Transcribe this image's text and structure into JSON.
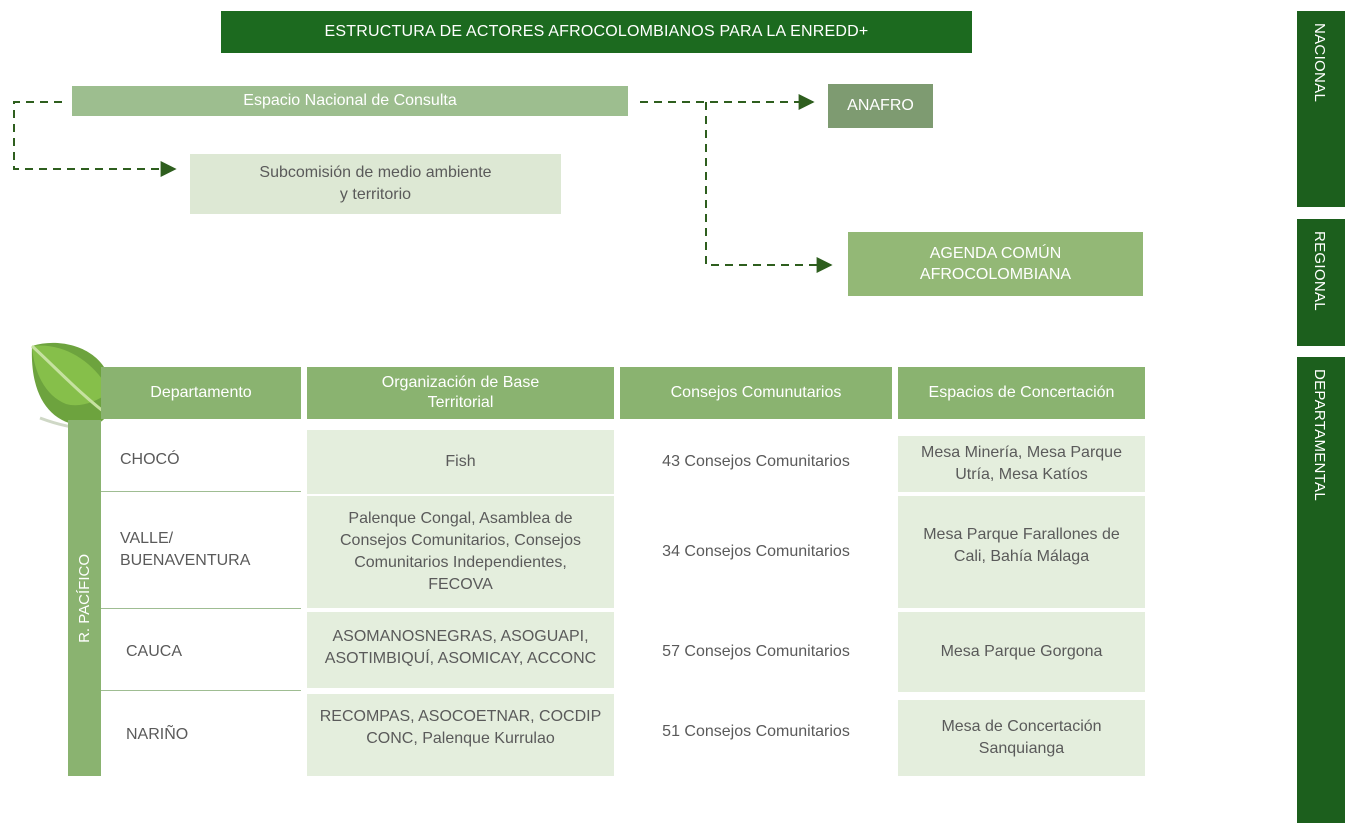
{
  "title": "ESTRUCTURA DE ACTORES AFROCOLOMBIANOS PARA LA ENREDD+",
  "nodes": {
    "national_space": "Espacio Nacional de Consulta",
    "subcommission_line1": "Subcomisión de medio ambiente",
    "subcommission_line2": "y territorio",
    "anafro": "ANAFRO",
    "agenda_line1": "AGENDA COMÚN",
    "agenda_line2": "AFROCOLOMBIANA"
  },
  "side_tabs": {
    "nacional": "NACIONAL",
    "regional": "REGIONAL",
    "departamental": "DEPARTAMENTAL"
  },
  "region_label": "R. PACÍFICO",
  "table": {
    "headers": {
      "departamento": "Departamento",
      "organizacion_line1": "Organización de Base",
      "organizacion_line2": "Territorial",
      "consejos": "Consejos Comunutarios",
      "espacios": "Espacios de Concertación"
    },
    "rows": [
      {
        "dep_line1": "CHOCÓ",
        "dep_line2": "",
        "org_lines": [
          "Fish"
        ],
        "consejos": "43 Consejos Comunitarios",
        "esp_lines": [
          "Mesa Minería, Mesa Parque",
          "Utría, Mesa Katíos"
        ]
      },
      {
        "dep_line1": "VALLE/",
        "dep_line2": "BUENAVENTURA",
        "org_lines": [
          "Palenque Congal, Asamblea de",
          "Consejos Comunitarios, Consejos",
          "Comunitarios Independientes,",
          "FECOVA"
        ],
        "consejos": "34 Consejos Comunitarios",
        "esp_lines": [
          "Mesa Parque Farallones de",
          "Cali, Bahía Málaga"
        ]
      },
      {
        "dep_line1": "CAUCA",
        "dep_line2": "",
        "org_lines": [
          "ASOMANOSNEGRAS, ASOGUAPI,",
          "ASOTIMBIQUÍ, ASOMICAY, ACCONC"
        ],
        "consejos": "57 Consejos Comunitarios",
        "esp_lines": [
          "Mesa Parque Gorgona"
        ]
      },
      {
        "dep_line1": "NARIÑO",
        "dep_line2": "",
        "org_lines": [
          "RECOMPAS, ASOCOETNAR, COCDIP",
          "CONC, Palenque Kurrulao"
        ],
        "consejos": "51 Consejos Comunitarios",
        "esp_lines": [
          "Mesa de Concertación",
          "Sanquianga"
        ]
      }
    ]
  },
  "colors": {
    "dark_green": "#1c6a1f",
    "header_green": "#8ab370",
    "light_cell": "#e4eedd",
    "connector": "#2e5e1e"
  }
}
